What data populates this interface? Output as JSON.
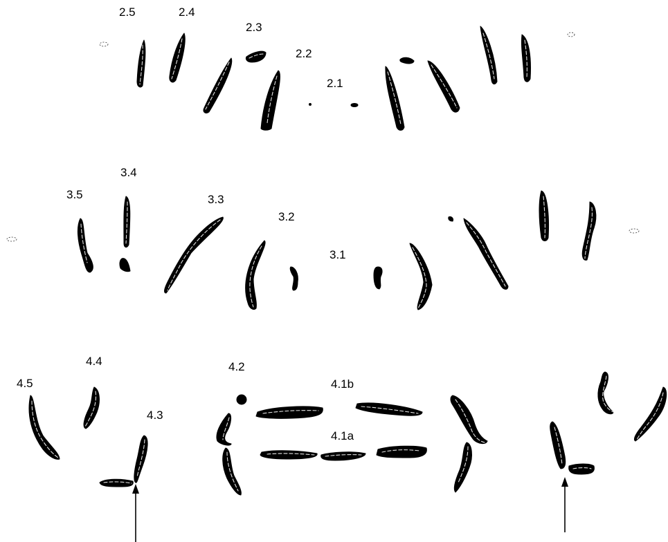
{
  "labels": {
    "l_2_5": "2.5",
    "l_2_4": "2.4",
    "l_2_3": "2.3",
    "l_2_2": "2.2",
    "l_2_1": "2.1",
    "l_3_5": "3.5",
    "l_3_4": "3.4",
    "l_3_3": "3.3",
    "l_3_2": "3.2",
    "l_3_1": "3.1",
    "l_4_5": "4.5",
    "l_4_4": "4.4",
    "l_4_3": "4.3",
    "l_4_2": "4.2",
    "l_4_1b": "4.1b",
    "l_4_1a": "4.1a"
  },
  "colors": {
    "segment": "#000000",
    "dashed_outline": "#ffffff",
    "background": "#ffffff"
  }
}
